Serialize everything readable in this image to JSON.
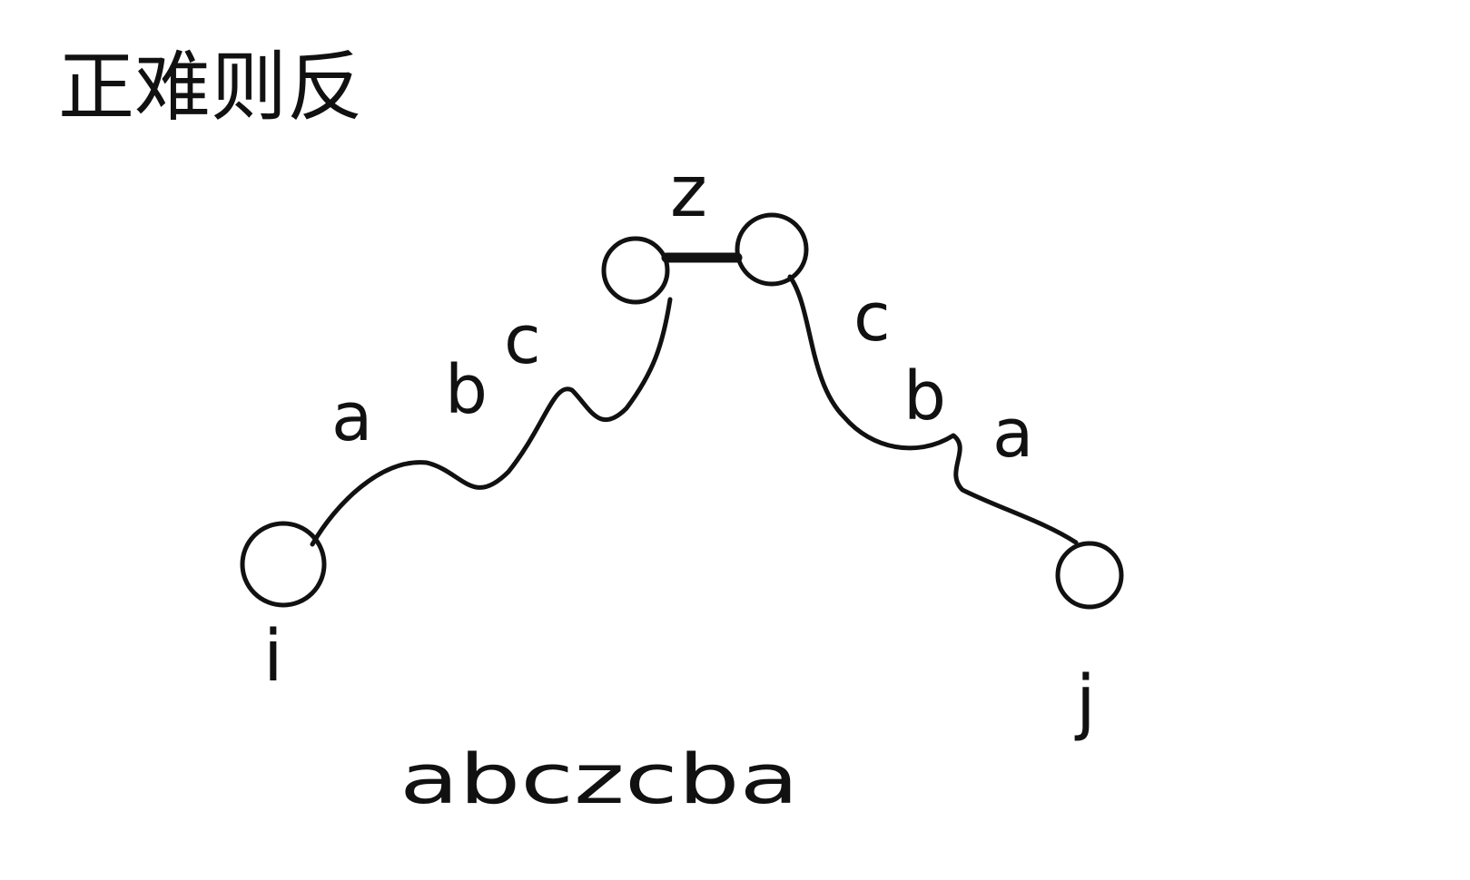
{
  "title": "正难则反",
  "nodes": {
    "i": "i",
    "j": "j",
    "z": "z"
  },
  "path_left_letters": [
    "a",
    "b",
    "c"
  ],
  "path_right_letters": [
    "c",
    "b",
    "a"
  ],
  "string": "abczcba",
  "colors": {
    "ink": "#111111",
    "background": "#ffffff"
  }
}
